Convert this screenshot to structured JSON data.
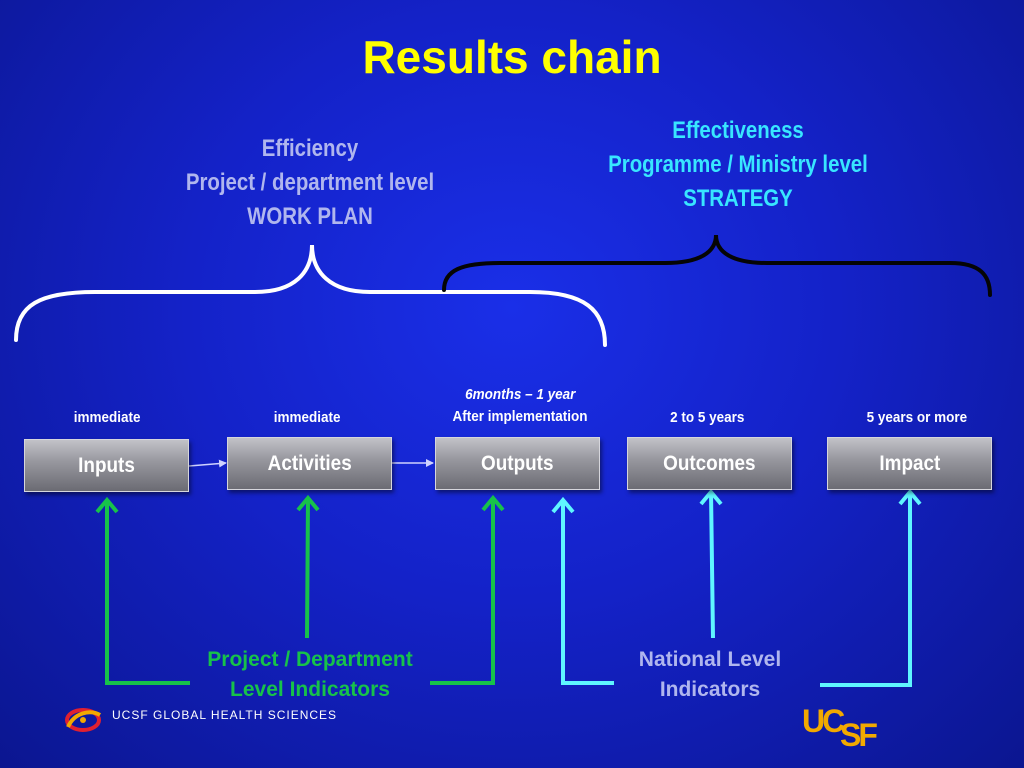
{
  "title": "Results chain",
  "efficiency": {
    "line1": "Efficiency",
    "line2": "Project / department level",
    "line3": "WORK PLAN"
  },
  "effectiveness": {
    "line1": "Effectiveness",
    "line2": "Programme / Ministry level",
    "line3": "STRATEGY"
  },
  "boxes": {
    "inputs": "Inputs",
    "activities": "Activities",
    "outputs": "Outputs",
    "outcomes": "Outcomes",
    "impact": "Impact"
  },
  "timings": {
    "inputs": "immediate",
    "activities": "immediate",
    "outputs_line1": "6months – 1 year",
    "outputs_line2": "After implementation",
    "outcomes": "2 to 5 years",
    "impact": "5 years or more"
  },
  "indicators": {
    "project_line1": "Project / Department",
    "project_line2": "Level  Indicators",
    "national_line1": "National Level",
    "national_line2": "Indicators"
  },
  "footer": {
    "org_name": "UCSF GLOBAL HEALTH SCIENCES",
    "logo_text": "UCSF"
  },
  "colors": {
    "title": "#ffff00",
    "efficiency_text": "#b0b6ee",
    "effectiveness_text": "#38e6ff",
    "project_arrows": "#17c24a",
    "national_arrows": "#5ff5ff",
    "logo_orange": "#f2a900",
    "logo_red": "#e02030"
  }
}
